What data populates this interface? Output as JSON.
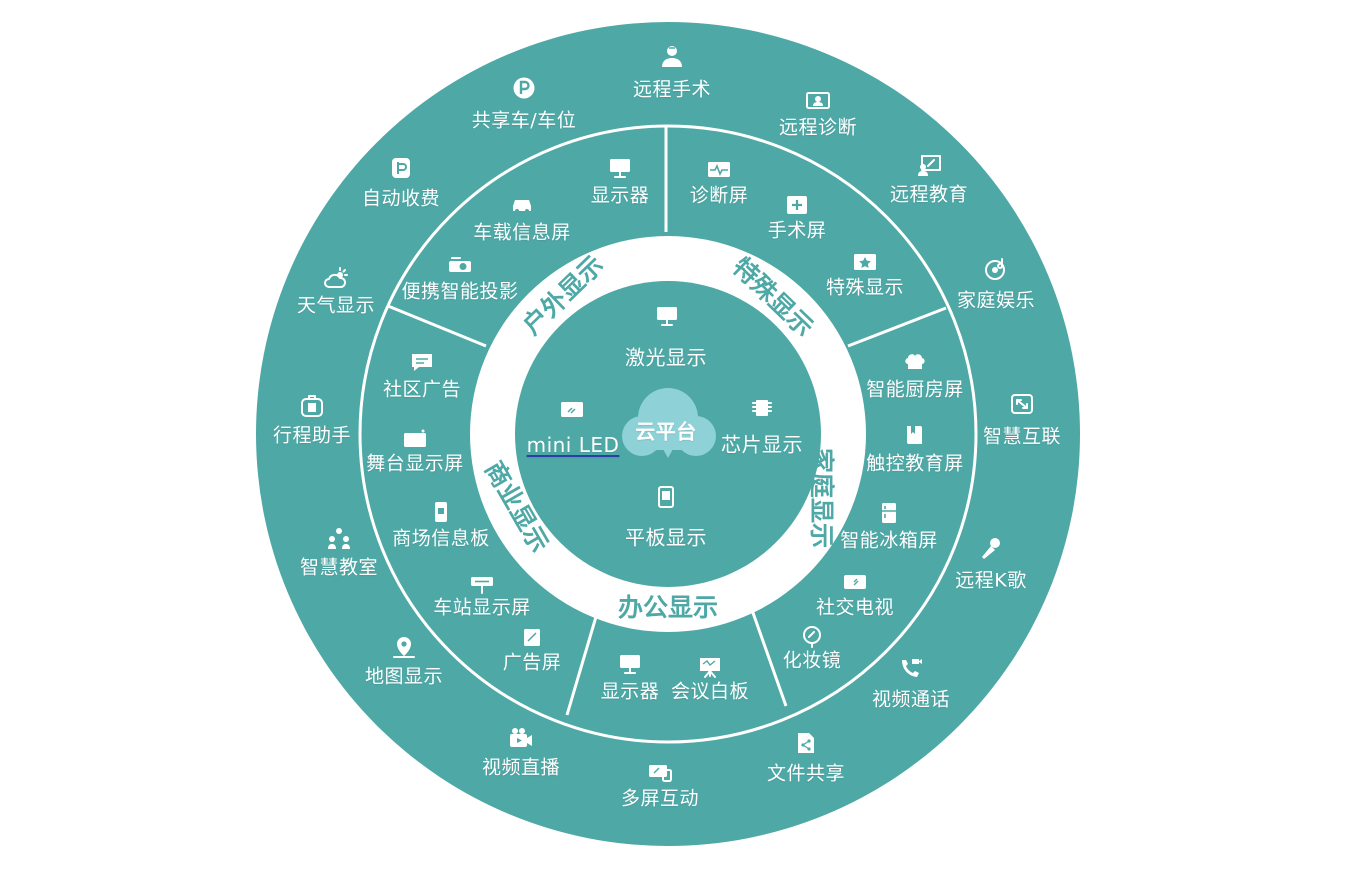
{
  "colors": {
    "teal": "#4ea8a6",
    "white": "#ffffff",
    "link_underline": "#2d3ea8"
  },
  "center": {
    "cloud_label": "云平台",
    "items": [
      {
        "label": "激光显示",
        "icon": "monitor-icon"
      },
      {
        "label": "mini LED",
        "icon": "panel-icon"
      },
      {
        "label": "芯片显示",
        "icon": "chip-icon"
      },
      {
        "label": "平板显示",
        "icon": "tablet-icon"
      }
    ]
  },
  "categories": [
    {
      "label": "户外显示"
    },
    {
      "label": "特殊显示"
    },
    {
      "label": "家庭显示"
    },
    {
      "label": "办公显示"
    },
    {
      "label": "商业显示"
    }
  ],
  "middle_ring": [
    {
      "label": "显示器",
      "icon": "monitor-icon"
    },
    {
      "label": "车载信息屏",
      "icon": "car-icon"
    },
    {
      "label": "便携智能投影",
      "icon": "projector-icon"
    },
    {
      "label": "诊断屏",
      "icon": "heartbeat-icon"
    },
    {
      "label": "手术屏",
      "icon": "medical-cross-icon"
    },
    {
      "label": "特殊显示",
      "icon": "star-screen-icon"
    },
    {
      "label": "智能厨房屏",
      "icon": "chef-hat-icon"
    },
    {
      "label": "触控教育屏",
      "icon": "book-icon"
    },
    {
      "label": "智能冰箱屏",
      "icon": "fridge-icon"
    },
    {
      "label": "社交电视",
      "icon": "tv-icon"
    },
    {
      "label": "化妆镜",
      "icon": "mirror-icon"
    },
    {
      "label": "显示器",
      "icon": "monitor-icon"
    },
    {
      "label": "会议白板",
      "icon": "whiteboard-icon"
    },
    {
      "label": "社区广告",
      "icon": "chat-bubble-icon"
    },
    {
      "label": "舞台显示屏",
      "icon": "stage-screen-icon"
    },
    {
      "label": "商场信息板",
      "icon": "kiosk-icon"
    },
    {
      "label": "车站显示屏",
      "icon": "station-sign-icon"
    },
    {
      "label": "广告屏",
      "icon": "ad-screen-icon"
    }
  ],
  "outer_ring": [
    {
      "label": "远程手术",
      "icon": "doctor-icon"
    },
    {
      "label": "远程诊断",
      "icon": "diagnosis-icon"
    },
    {
      "label": "远程教育",
      "icon": "teacher-icon"
    },
    {
      "label": "家庭娱乐",
      "icon": "music-disc-icon"
    },
    {
      "label": "智慧互联",
      "icon": "expand-icon"
    },
    {
      "label": "远程K歌",
      "icon": "microphone-icon"
    },
    {
      "label": "视频通话",
      "icon": "video-call-icon"
    },
    {
      "label": "文件共享",
      "icon": "share-file-icon"
    },
    {
      "label": "多屏互动",
      "icon": "multi-screen-icon"
    },
    {
      "label": "视频直播",
      "icon": "live-camera-icon"
    },
    {
      "label": "地图显示",
      "icon": "map-pin-icon"
    },
    {
      "label": "智慧教室",
      "icon": "classroom-icon"
    },
    {
      "label": "行程助手",
      "icon": "luggage-icon"
    },
    {
      "label": "天气显示",
      "icon": "weather-icon"
    },
    {
      "label": "自动收费",
      "icon": "toll-icon"
    },
    {
      "label": "共享车/车位",
      "icon": "parking-icon"
    }
  ]
}
